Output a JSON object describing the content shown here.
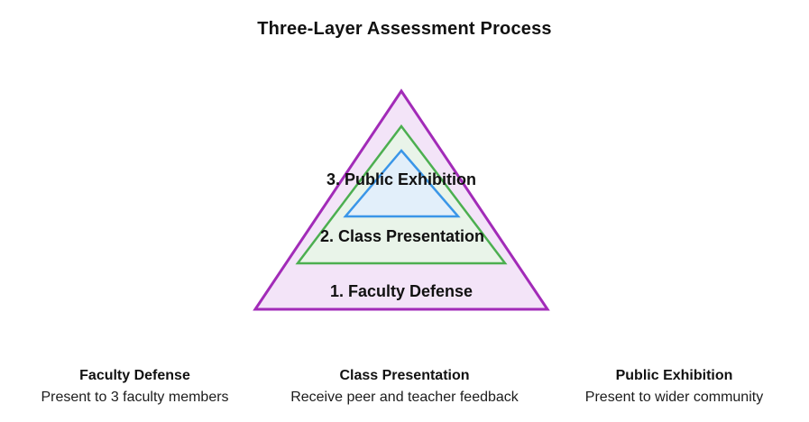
{
  "title": "Three-Layer Assessment Process",
  "pyramid": {
    "layers": [
      {
        "label": "1. Faculty Defense",
        "fill": "#F3E4F8",
        "stroke": "#A22BB8"
      },
      {
        "label": "2. Class Presentation",
        "fill": "#E9F4E9",
        "stroke": "#4CAF50"
      },
      {
        "label": "3. Public Exhibition",
        "fill": "#E2EFFA",
        "stroke": "#3A96E8"
      }
    ]
  },
  "legend": {
    "columns": [
      {
        "heading": "Faculty Defense",
        "description": "Present to 3 faculty members"
      },
      {
        "heading": "Class Presentation",
        "description": "Receive peer and teacher feedback"
      },
      {
        "heading": "Public Exhibition",
        "description": "Present to wider community"
      }
    ]
  },
  "colors": {
    "text": "#111111",
    "background": "#FFFFFF"
  }
}
